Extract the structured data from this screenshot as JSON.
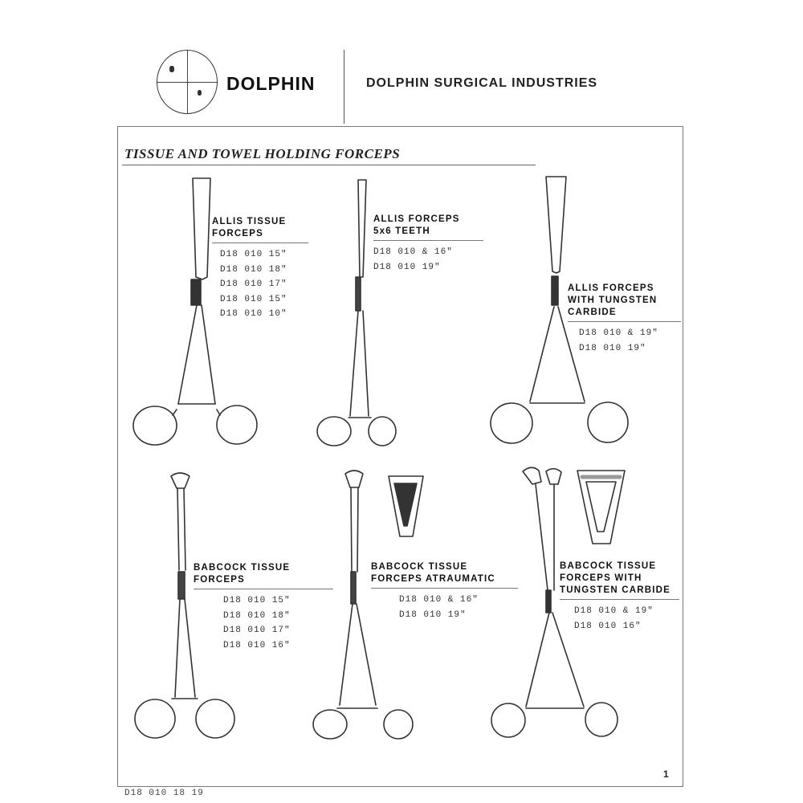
{
  "header": {
    "brand": "DOLPHIN",
    "company": "DOLPHIN SURGICAL INDUSTRIES"
  },
  "section": {
    "title": "TISSUE AND TOWEL HOLDING FORCEPS"
  },
  "items": [
    {
      "name_line1": "ALLIS TISSUE",
      "name_line2": "FORCEPS",
      "sizes": [
        "D18 010 15\"",
        "D18 010 18\"",
        "D18 010 17\"",
        "D18 010 15\"",
        "D18 010 10\""
      ]
    },
    {
      "name_line1": "ALLIS FORCEPS",
      "name_line2": "5x6 TEETH",
      "sizes": [
        "D18 010 & 16\"",
        "D18 010 19\""
      ]
    },
    {
      "name_line1": "ALLIS FORCEPS",
      "name_line2": "WITH TUNGSTEN",
      "name_line3": "CARBIDE",
      "sizes": [
        "D18 010 & 19\"",
        "D18 010 19\""
      ]
    },
    {
      "name_line1": "BABCOCK TISSUE",
      "name_line2": "FORCEPS",
      "sizes": [
        "D18 010 15\"",
        "D18 010 18\"",
        "D18 010 17\"",
        "D18 010 16\""
      ]
    },
    {
      "name_line1": "BABCOCK TISSUE",
      "name_line2": "FORCEPS ATRAUMATIC",
      "sizes": [
        "D18 010 & 16\"",
        "D18 010 19\""
      ]
    },
    {
      "name_line1": "BABCOCK TISSUE",
      "name_line2": "FORCEPS WITH",
      "name_line3": "TUNGSTEN CARBIDE",
      "sizes": [
        "D18 010 & 19\"",
        "D18 010 16\""
      ]
    }
  ],
  "footer": {
    "code": "D18 010 18 19",
    "page": "1"
  }
}
